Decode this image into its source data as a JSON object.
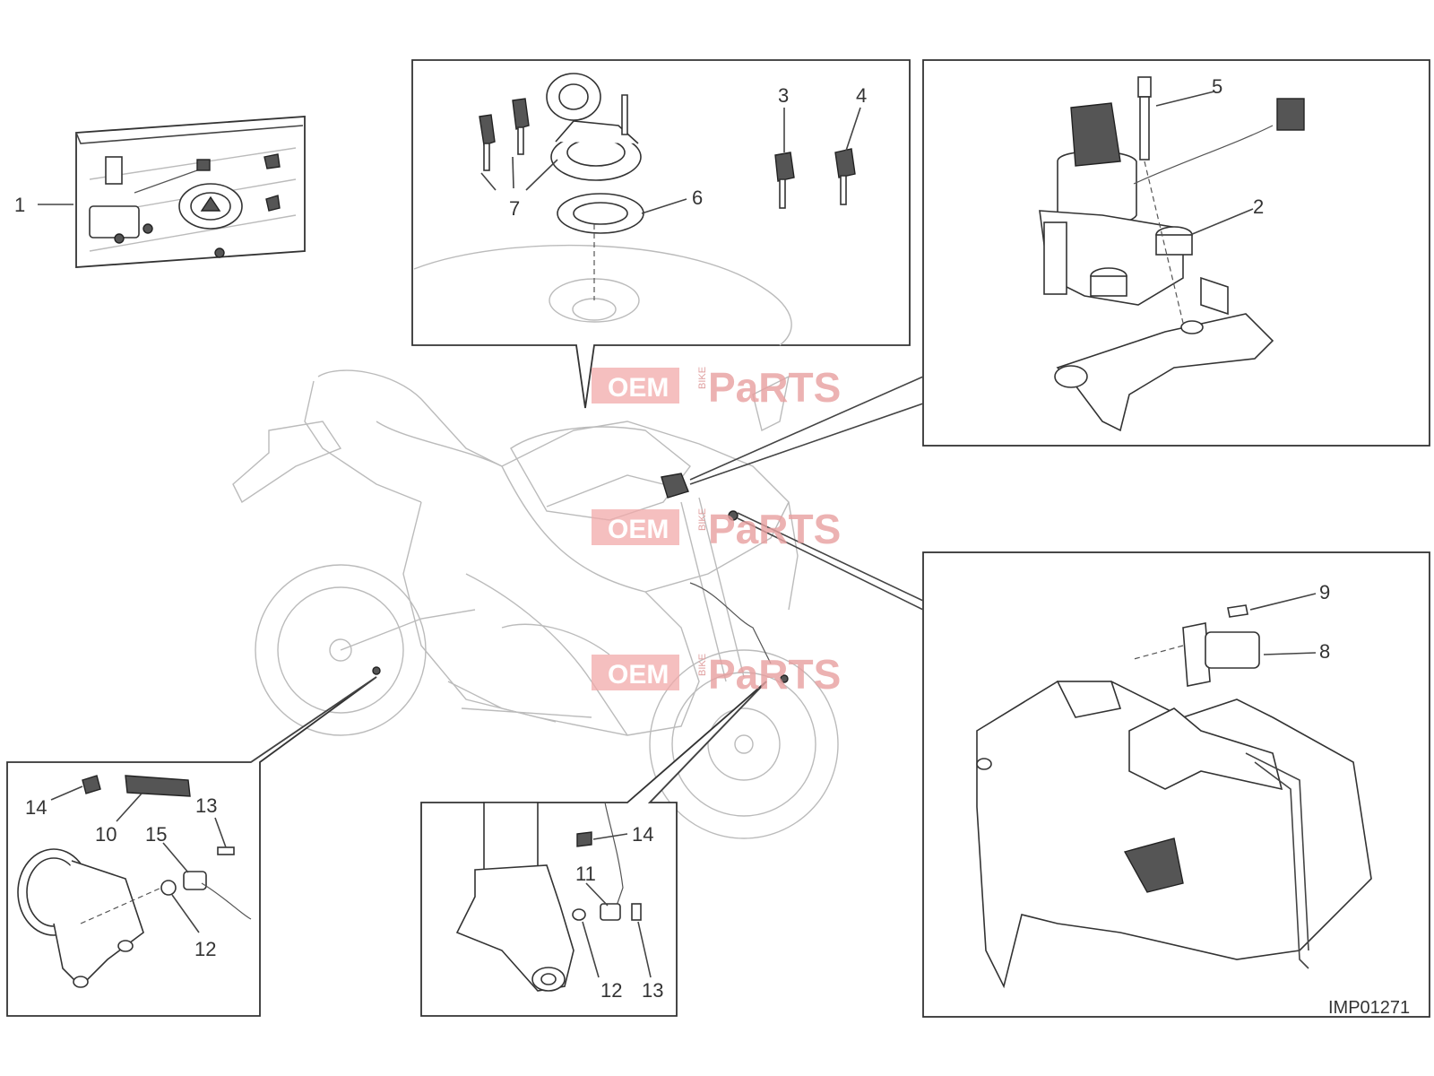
{
  "diagram_code": "IMP01271",
  "watermark": {
    "brand": "OEM",
    "sub": "BIKE",
    "word": "PaRTS"
  },
  "callouts": {
    "c1": "1",
    "c2": "2",
    "c3": "3",
    "c4": "4",
    "c5": "5",
    "c6": "6",
    "c7": "7",
    "c8": "8",
    "c9": "9",
    "c10": "10",
    "c11": "11",
    "c12a": "12",
    "c12b": "12",
    "c13a": "13",
    "c13b": "13",
    "c14a": "14",
    "c14b": "14",
    "c15": "15"
  }
}
